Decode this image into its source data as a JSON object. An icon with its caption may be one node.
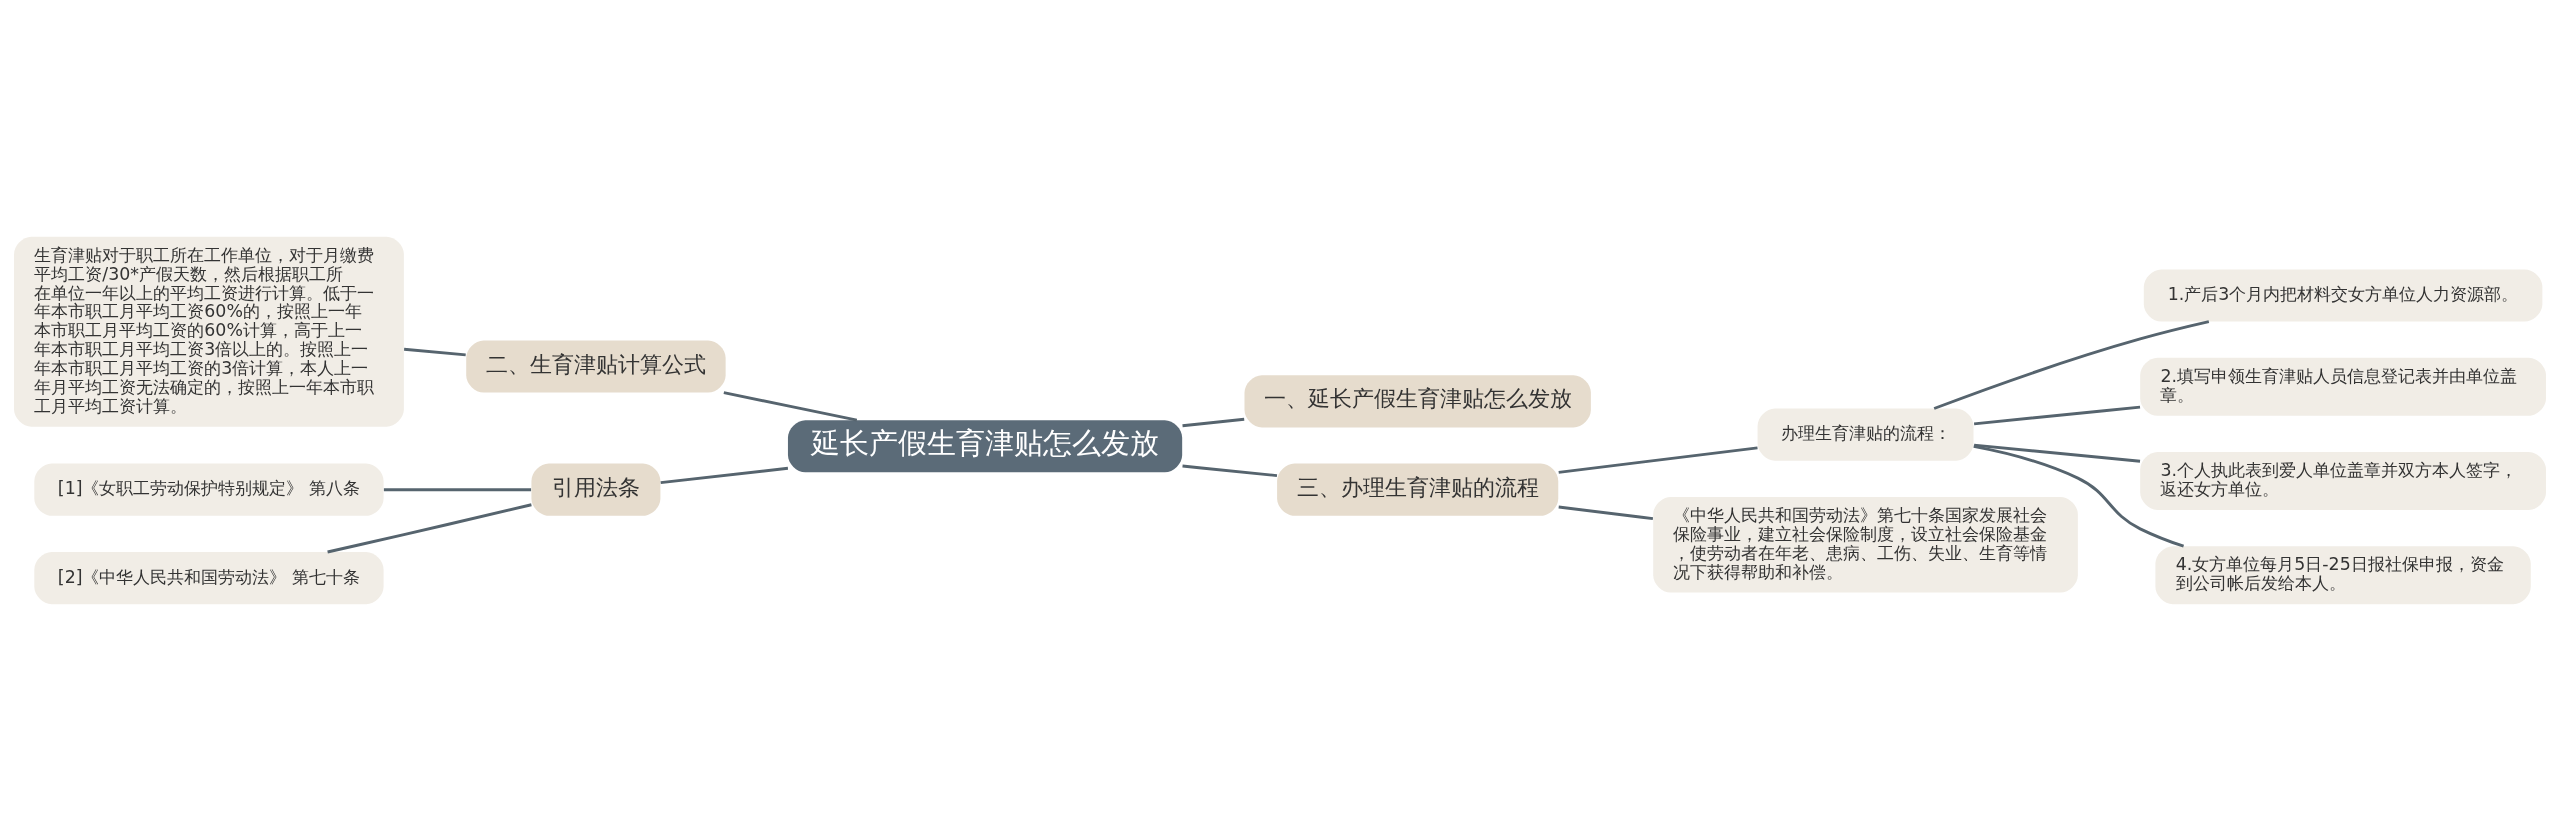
{
  "diagram": {
    "nodes": [
      {
        "text": [
          "延长产假生育津贴怎么发放"
        ]
      },
      {
        "text": [
          "一、延长产假生育津贴怎么发放"
        ]
      },
      {
        "text": [
          "二、生育津贴计算公式"
        ]
      },
      {
        "text": [
          "生育津贴对于职工所在工作单位，对于月缴费平均工资/30*产假天数，然后根据职工所在单位一年以上的平均工资进行计算。低于一年本市职工月平均工资60%的，按照上一年本市职工月平均工资的60%计算，高于上一年本市职工月平均工资3倍以上的。按照上一年本市职工月平均工资的3倍计算，本人上一年月平均工资无法确定的，按照上一年本市职工月平均工资计算。"
        ]
      },
      {
        "text": [
          "引用法条"
        ]
      },
      {
        "text": [
          "[1]《女职工劳动保护特别规定》 第八条"
        ]
      },
      {
        "text": [
          "[2]《中华人民共和国劳动法》 第七十条"
        ]
      },
      {
        "text": [
          "三、办理生育津贴的流程"
        ]
      },
      {
        "text": [
          "办理生育津贴的流程："
        ]
      },
      {
        "text": [
          "1.产后3个月内把材料交女方单位人力资源部。"
        ]
      },
      {
        "text": [
          "2.填写申领生育津贴人员信息登记表并由单位盖章。"
        ]
      },
      {
        "text": [
          "3.个人执此表到爱人单位盖章并双方本人签字，返还女方单位。"
        ]
      },
      {
        "text": [
          "4.女方单位每月5日-25日报社保申报，资金到公司帐后发给本人。"
        ]
      },
      {
        "text": [
          "《中华人民共和国劳动法》第七十条国家发展社会保险事业，建立社会保险制度，设立社会保险基金，使劳动者在年老、患病、工伤、失业、生育等情况下获得帮助和补偿。"
        ]
      }
    ],
    "edges": [
      {
        "from": 0,
        "to": 1,
        "arrow": "none"
      },
      {
        "from": 0,
        "to": 2,
        "arrow": "none"
      },
      {
        "from": 2,
        "to": 3,
        "arrow": "none"
      },
      {
        "from": 0,
        "to": 4,
        "arrow": "none"
      },
      {
        "from": 4,
        "to": 5,
        "arrow": "none"
      },
      {
        "from": 4,
        "to": 6,
        "arrow": "none"
      },
      {
        "from": 0,
        "to": 7,
        "arrow": "none"
      },
      {
        "from": 7,
        "to": 8,
        "arrow": "none"
      },
      {
        "from": 8,
        "to": 9,
        "arrow": "none"
      },
      {
        "from": 8,
        "to": 10,
        "arrow": "none"
      },
      {
        "from": 8,
        "to": 11,
        "arrow": "none"
      },
      {
        "from": 8,
        "to": 12,
        "arrow": "none"
      },
      {
        "from": 7,
        "to": 13,
        "arrow": "none"
      }
    ]
  }
}
